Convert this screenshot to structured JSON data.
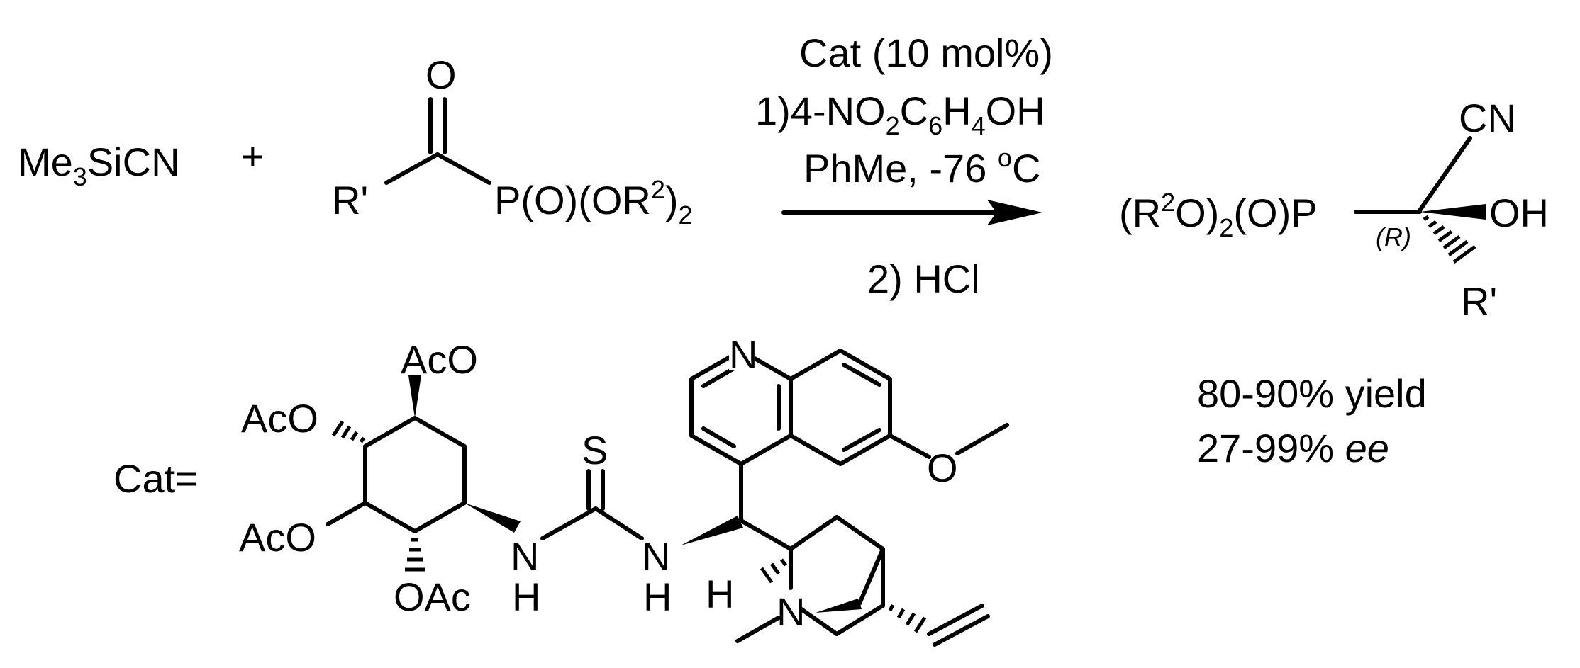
{
  "reactants": {
    "tmscn": {
      "a": "Me",
      "sub": "3",
      "b": "SiCN"
    },
    "plus": "+",
    "ketophosphonate": {
      "oxygen": "O",
      "r_prime": "R'",
      "p_group": {
        "a": "P(O)(OR",
        "sup": "2",
        "b": ")",
        "sub": "2"
      }
    }
  },
  "conditions": {
    "catalyst_line": "Cat (10 mol%)",
    "step1": {
      "a": "1)4-NO",
      "s1": "2",
      "b": "C",
      "s2": "6",
      "c": "H",
      "s3": "4",
      "d": "OH"
    },
    "solvent_temp": {
      "a": "PhMe, -76 ",
      "sup": "o",
      "b": "C"
    },
    "step2": "2) HCl"
  },
  "product": {
    "cn": "CN",
    "p_group": {
      "a": "(R",
      "sup": "2",
      "b": "O)",
      "sub": "2",
      "c": "(O)P"
    },
    "stereo": "(R)",
    "oh": "OH",
    "r_prime": "R'"
  },
  "results": {
    "yield": "80-90% yield",
    "ee_value": "27-99% ",
    "ee_label": "ee"
  },
  "catalyst": {
    "label": "Cat=",
    "aco_top": "AcO",
    "aco_left": "AcO",
    "aco_mid": "AcO",
    "oac": "OAc",
    "s": "S",
    "n1": "N",
    "h1": "H",
    "n2": "N",
    "h2": "H",
    "n_quin": "N",
    "o_methoxy": "O",
    "h_bridge": "H",
    "n_bridge": "N"
  }
}
